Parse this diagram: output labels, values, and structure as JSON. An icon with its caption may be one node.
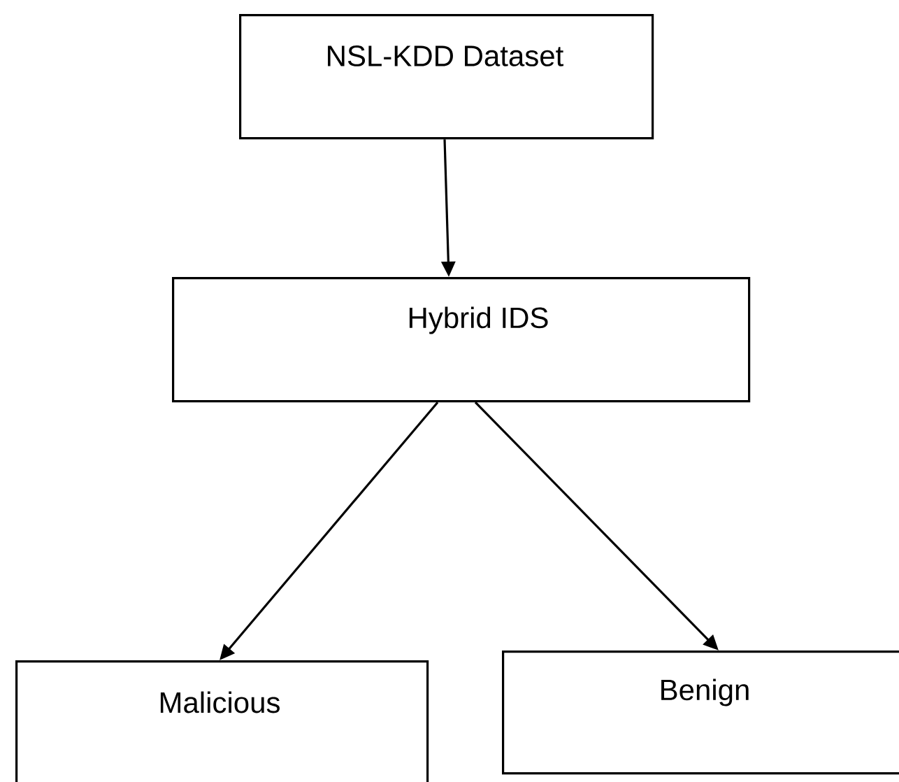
{
  "diagram": {
    "nodes": [
      {
        "text": [
          "NSL-KDD Dataset"
        ]
      },
      {
        "text": [
          "Hybrid IDS"
        ]
      },
      {
        "text": [
          "Malicious"
        ]
      },
      {
        "text": [
          "Benign"
        ]
      }
    ],
    "edges": [
      {
        "from": 0,
        "to": 1,
        "arrow": "to"
      },
      {
        "from": 1,
        "to": 2,
        "arrow": "to"
      },
      {
        "from": 1,
        "to": 3,
        "arrow": "to"
      }
    ]
  }
}
